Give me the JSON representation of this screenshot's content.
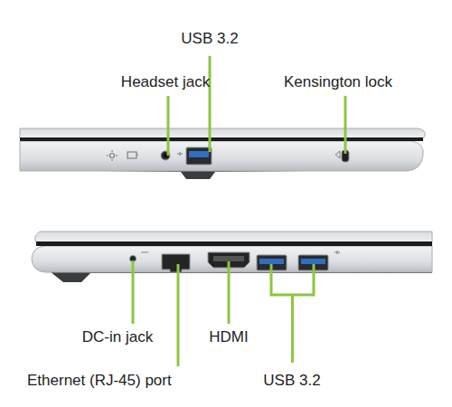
{
  "diagram": {
    "labels": [
      "USB 3.2",
      "Headset jack",
      "Kensington lock",
      "DC-in jack",
      "HDMI",
      "Ethernet (RJ-45) port",
      "USB 3.2"
    ]
  }
}
